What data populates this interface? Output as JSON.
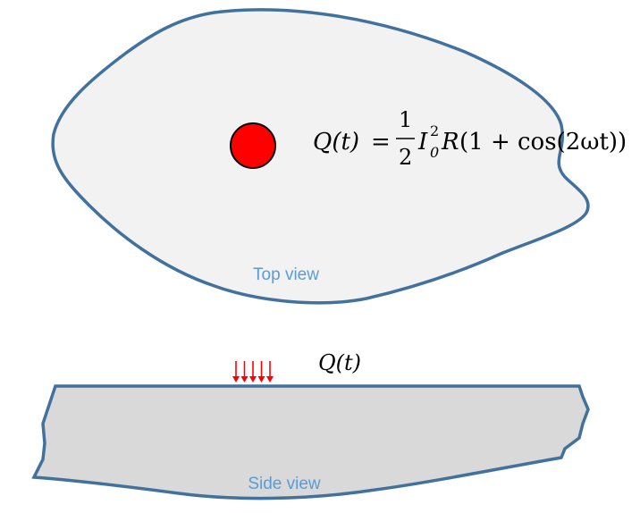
{
  "top_view": {
    "caption": "Top view",
    "fill_color": "#f2f2f2",
    "outline_color": "#41719c",
    "source_color": "#ff0000",
    "equation": {
      "lhs": "Q(t)",
      "equals": "=",
      "frac_num": "1",
      "frac_den": "2",
      "current_symbol": "I",
      "current_sup": "2",
      "current_sub": "0",
      "resistance": "R",
      "bracket_term": "(1 + cos(2ωt))"
    }
  },
  "side_view": {
    "caption": "Side view",
    "fill_color": "#d9d9d9",
    "outline_color": "#41719c",
    "arrow_color": "#ff0000",
    "arrow_count": 5,
    "heat_label": "Q(t)"
  },
  "caption_color": "#5b9bd5"
}
